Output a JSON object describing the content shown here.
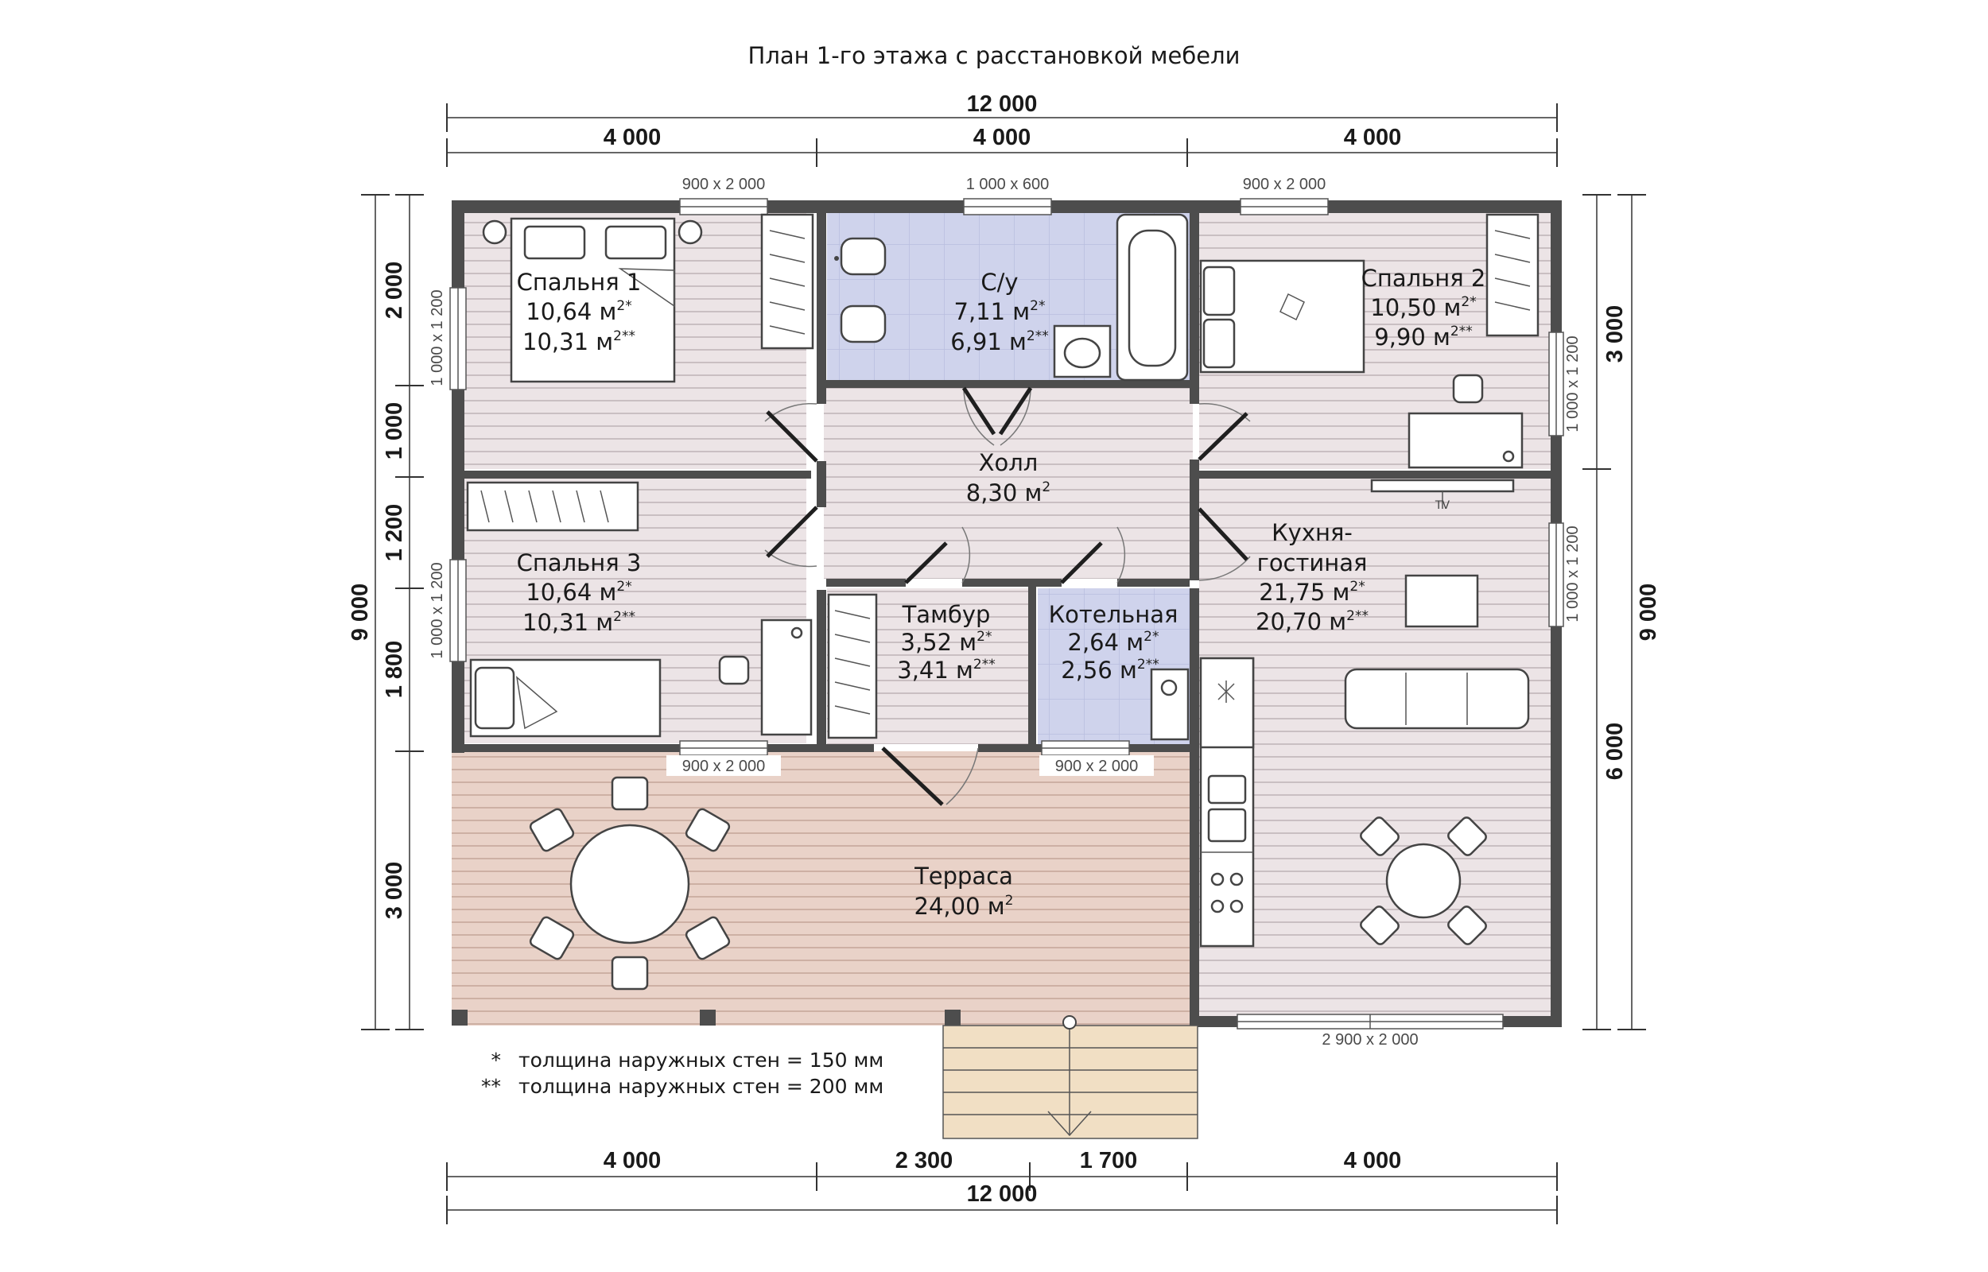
{
  "title": "План 1-го этажа с расстановкой мебели",
  "dimensions": {
    "top_total": "12 000",
    "top_segments": [
      "4 000",
      "4 000",
      "4 000"
    ],
    "bottom_segments": [
      "4 000",
      "2 300",
      "1 700",
      "4 000"
    ],
    "bottom_total": "12 000",
    "left_segments": [
      "2 000",
      "1 000",
      "1 200",
      "1 800",
      "3 000"
    ],
    "left_total": "9 000",
    "right_segments": [
      "3 000",
      "6 000"
    ],
    "right_total": "9 000"
  },
  "openings": {
    "win_top_1": "900 x 2 000",
    "win_top_2": "1 000 x 600",
    "win_top_3": "900 x 2 000",
    "win_left_1": "1 000 x 1 200",
    "win_left_2": "1 000 x 1 200",
    "win_right_1": "1 000 x 1 200",
    "win_right_2": "1 000 x 1 200",
    "door_bottom_1": "900 x 2 000",
    "door_bottom_2": "900 x 2 000",
    "door_bottom_3": "2 900 x 2 000"
  },
  "rooms": {
    "bedroom1": {
      "name": "Спальня 1",
      "area1": "10,64 м",
      "area2": "10,31 м"
    },
    "bathroom": {
      "name": "С/у",
      "area1": "7,11 м",
      "area2": "6,91 м"
    },
    "bedroom2": {
      "name": "Спальня 2",
      "area1": "10,50 м",
      "area2": "9,90 м"
    },
    "hall": {
      "name": "Холл",
      "area": "8,30 м"
    },
    "bedroom3": {
      "name": "Спальня 3",
      "area1": "10,64 м",
      "area2": "10,31 м"
    },
    "vestibule": {
      "name": "Тамбур",
      "area1": "3,52 м",
      "area2": "3,41 м"
    },
    "boiler": {
      "name": "Котельная",
      "area1": "2,64 м",
      "area2": "2,56 м"
    },
    "kitchen": {
      "name1": "Кухня-",
      "name2": "гостиная",
      "area1": "21,75 м",
      "area2": "20,70 м"
    },
    "terrace": {
      "name": "Терраса",
      "area": "24,00 м"
    }
  },
  "marks": {
    "sq": "2",
    "one": "*",
    "two": "**"
  },
  "tv_label": "TV",
  "notes": [
    {
      "mark": "*",
      "text": "толщина наружных стен = 150 мм"
    },
    {
      "mark": "**",
      "text": "толщина наружных стен = 200 мм"
    }
  ],
  "colors": {
    "bedroom_floor": "#ece4e6",
    "bath_floor": "#cfd3ec",
    "terrace_floor": "#e9d2c8",
    "stairs": "#f1dfc4",
    "wall": "#4d4d4d"
  }
}
